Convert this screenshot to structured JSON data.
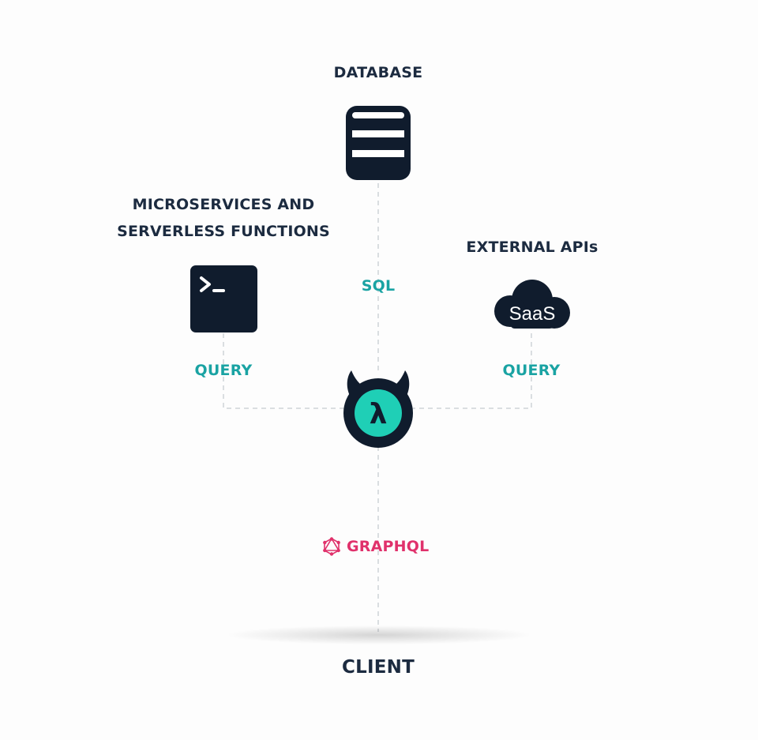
{
  "nodes": {
    "database": {
      "label": "DATABASE",
      "icon": "database-icon"
    },
    "microservices": {
      "label_line1": "MICROSERVICES AND",
      "label_line2": "SERVERLESS FUNCTIONS",
      "icon": "terminal-icon"
    },
    "external_apis": {
      "label": "EXTERNAL APIs",
      "icon": "cloud-icon",
      "icon_text": "SaaS"
    },
    "hasura": {
      "icon": "hasura-logo-icon",
      "glyph": "λ"
    },
    "client": {
      "label": "CLIENT"
    }
  },
  "edges": {
    "sql": {
      "label": "SQL"
    },
    "query_left": {
      "label": "QUERY"
    },
    "query_right": {
      "label": "QUERY"
    },
    "graphql": {
      "label": "GRAPHQL",
      "icon": "graphql-icon"
    }
  },
  "colors": {
    "navy": "#101c2d",
    "teal": "#1aa3a3",
    "hasura_teal": "#1fcfb6",
    "pink": "#e0316b",
    "line": "#cfd3d8"
  }
}
